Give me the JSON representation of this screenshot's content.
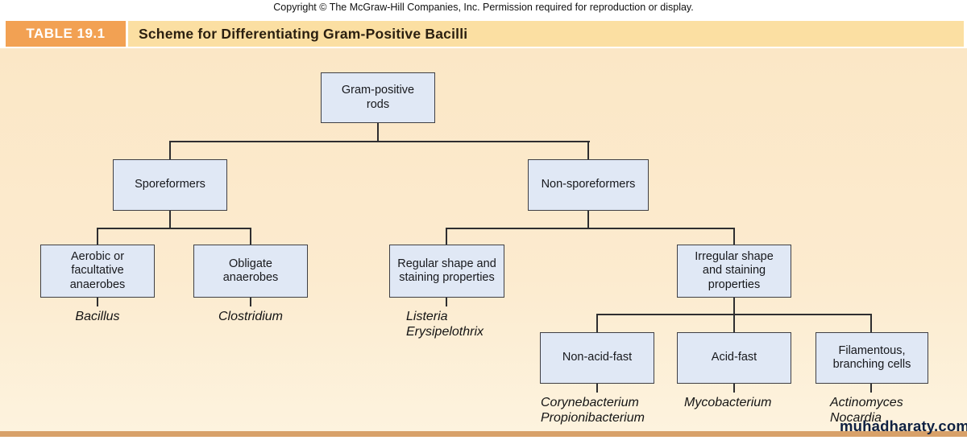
{
  "copyright": "Copyright © The McGraw-Hill Companies, Inc. Permission required for reproduction or display.",
  "header": {
    "table_label": "TABLE 19.1",
    "title": "Scheme for Differentiating Gram-Positive Bacilli"
  },
  "watermark": "muhadharaty.com",
  "colors": {
    "badge_orange": "#F2A153",
    "title_strip": "#FBDFA2",
    "panel_background_top": "#FBE7C6",
    "panel_background_bottom": "#FDF3DE",
    "bottom_bar": "#D8A169",
    "node_fill": "#E0E8F5",
    "node_border": "#3f3f44",
    "connector": "#2e2e30",
    "watermark_text": "#0f2142"
  },
  "diagram": {
    "root": {
      "label": "Gram-positive rods"
    },
    "branches": [
      {
        "label": "Sporeformers"
      },
      {
        "label": "Non-sporeformers"
      }
    ],
    "level3": [
      {
        "label": "Aerobic or facultative anaerobes",
        "organisms": [
          "Bacillus"
        ]
      },
      {
        "label": "Obligate anaerobes",
        "organisms": [
          "Clostridium"
        ]
      },
      {
        "label": "Regular shape and staining properties",
        "organisms": [
          "Listeria",
          "Erysipelothrix"
        ]
      },
      {
        "label": "Irregular shape and staining properties",
        "organisms": []
      }
    ],
    "level4": [
      {
        "label": "Non-acid-fast",
        "organisms": [
          "Corynebacterium",
          "Propionibacterium"
        ]
      },
      {
        "label": "Acid-fast",
        "organisms": [
          "Mycobacterium"
        ]
      },
      {
        "label": "Filamentous, branching cells",
        "organisms": [
          "Actinomyces",
          "Nocardia"
        ]
      }
    ]
  }
}
